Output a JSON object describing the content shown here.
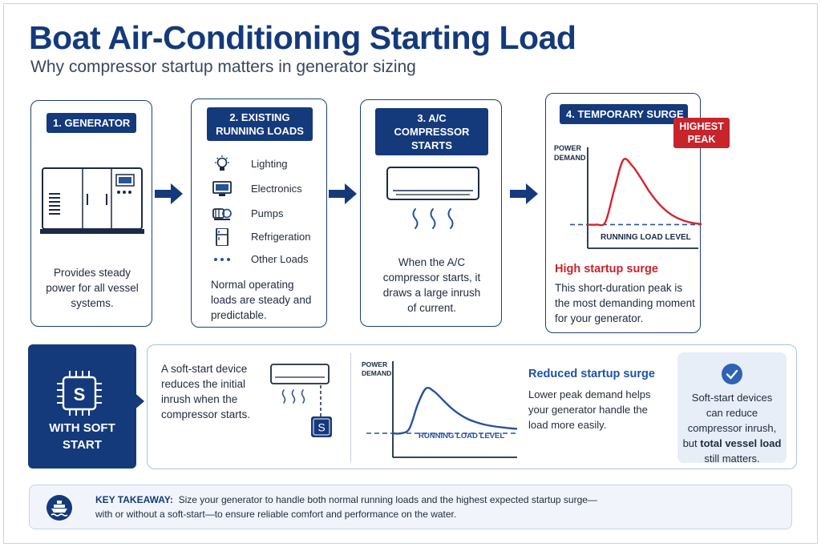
{
  "title": "Boat Air-Conditioning Starting Load",
  "subtitle": "Why compressor startup matters in generator sizing",
  "steps": [
    {
      "label": "1. GENERATOR",
      "description": "Provides steady power for all vessel systems."
    },
    {
      "label": "2. EXISTING RUNNING LOADS",
      "loads": [
        "Lighting",
        "Electronics",
        "Pumps",
        "Refrigeration",
        "Other Loads"
      ],
      "description": "Normal operating loads are steady and predictable."
    },
    {
      "label": "3. A/C COMPRESSOR STARTS",
      "description": "When the A/C compressor starts, it draws a large inrush of current."
    },
    {
      "label": "4. TEMPORARY SURGE",
      "badge": "HIGHEST PEAK",
      "heading": "High startup surge",
      "description": "This short-duration peak is the most demanding moment for your generator."
    }
  ],
  "soft_start": {
    "label": "WITH SOFT START",
    "chip_letter": "S",
    "description": "A soft-start device reduces the initial inrush when the compressor starts.",
    "heading": "Reduced startup surge",
    "detail": "Lower peak demand helps your generator handle the load more easily.",
    "note_prefix": "Soft-start devices can reduce compressor inrush, but ",
    "note_bold": "total vessel load",
    "note_suffix": " still matters."
  },
  "takeaway": {
    "label": "KEY TAKEAWAY:",
    "text": "Size your generator to handle both normal running loads and the highest expected startup surge—",
    "text_line2": "with or without a soft-start—to ensure reliable comfort and performance on the water."
  },
  "chart_data": [
    {
      "type": "line",
      "title": "",
      "ylabel": "POWER DEMAND",
      "xlabel": "",
      "reference_line_label": "RUNNING LOAD LEVEL",
      "reference_level": 1,
      "series": [
        {
          "values": [
            1,
            1,
            1.2,
            3.5,
            5.6,
            5.2,
            4.3,
            3.3,
            2.5,
            1.9,
            1.5,
            1.25,
            1.1,
            1.03
          ]
        }
      ],
      "ylim": [
        0,
        6.5
      ],
      "grid": false,
      "colors": {
        "curve": "#d3262d",
        "reference": "#27549a",
        "axis": "#1b2a44"
      }
    },
    {
      "type": "line",
      "title": "",
      "ylabel": "POWER DEMAND",
      "xlabel": "",
      "reference_line_label": "RUNNING LOAD LEVEL",
      "reference_level": 1,
      "series": [
        {
          "values": [
            1,
            1,
            1.3,
            2.8,
            3.8,
            3.6,
            3.1,
            2.6,
            2.2,
            1.9,
            1.7,
            1.55,
            1.45,
            1.38,
            1.32,
            1.28
          ]
        }
      ],
      "ylim": [
        0,
        5.5
      ],
      "grid": false,
      "colors": {
        "curve": "#27549a",
        "reference": "#27549a",
        "axis": "#1b2a44"
      }
    }
  ],
  "colors": {
    "primary": "#143a7b",
    "accent_red": "#c8242b",
    "border": "#1d3f76",
    "note_bg": "#e7eef8"
  }
}
